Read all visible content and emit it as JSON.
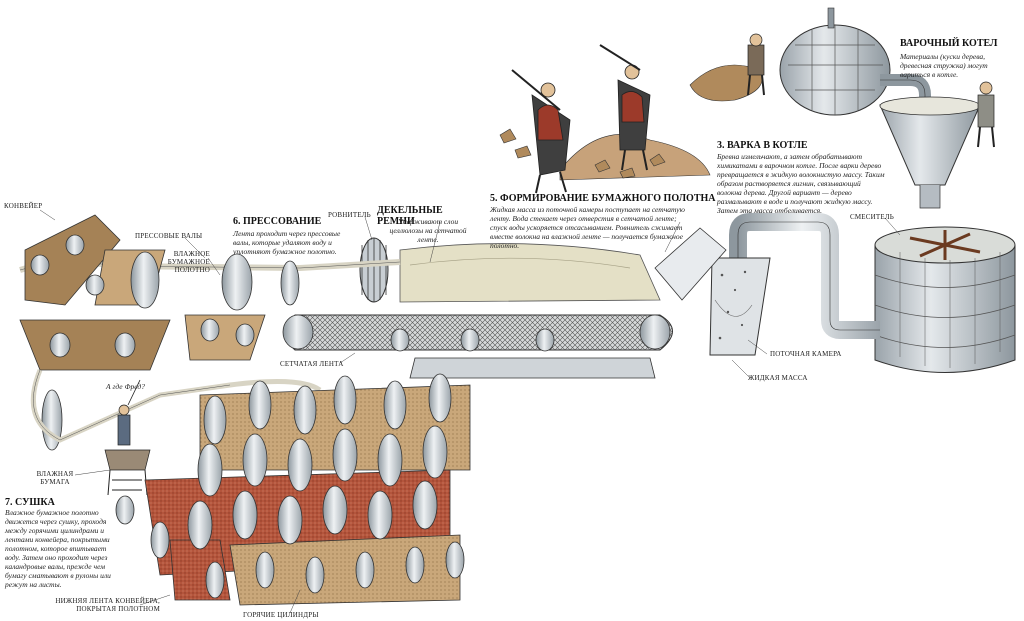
{
  "labels": {
    "conveyor": "Конвейер",
    "press_rollers": "Прессовые валы",
    "wet_sheet": "Влажное бумажное полотно",
    "leveler": "Ровнитель",
    "mesh_belt": "Сетчатая лента",
    "headbox": "Поточная камера",
    "liquid_mass": "Жидкая масса",
    "mixer": "Смеситель",
    "wet_paper": "Влажная бумага",
    "lower_belt": "Нижняя лента конвейера, покрытая полотном",
    "hot_cylinders": "Горячие цилиндры",
    "speech": "А где Фред?"
  },
  "sections": {
    "boiler": {
      "title": "Варочный котел",
      "text": "Материалы (куски дерева, древесная стружка) могут вариться в котле."
    },
    "cooking": {
      "number": "3.",
      "title": "Варка в котле",
      "text": "Бревна измельчают, а затем обрабатывают химикатами в варочном котле. После варки дерево превращается в жидкую волокнистую массу. Таким образом растворяется лигнин, связывающий волокна дерева. Другой вариант — дерево размалывают в воде и получают жидкую массу. Затем эта масса отбеливается."
    },
    "forming": {
      "number": "5.",
      "title": "Формирование бумажного полотна",
      "text": "Жидкая масса из поточной камеры поступает на сетчатую ленту. Вода стекает через отверстия в сетчатой ленте; спуск воды ускоряется отсасыванием. Ровнитель сжимает вместе волокна на влажной ленте — получается бумажное полотно."
    },
    "deckle": {
      "title": "Декельные ремни",
      "text": "Удерживают слои целлюлозы на сетчатой ленте."
    },
    "pressing": {
      "number": "6.",
      "title": "Прессование",
      "text": "Лента проходит через прессовые валы, которые удаляют воду и уплотняют бумажное полотно."
    },
    "drying": {
      "number": "7.",
      "title": "Сушка",
      "text": "Влажное бумажное полотно движется через сушку, проходя между горячими цилиндрами и лентами конвейера, покрытыми полотном, которое впитывает воду. Затем оно проходит через каландровые валы, прежде чем бумагу сматывают в рулоны или режут на листы."
    }
  },
  "colors": {
    "belt_brown": "#a58256",
    "belt_tan": "#c9a77a",
    "belt_red": "#b4553c",
    "metal": "#c8ced3",
    "metal_dark": "#8d979e",
    "pulp": "#e3e0cc",
    "ink": "#222222"
  }
}
